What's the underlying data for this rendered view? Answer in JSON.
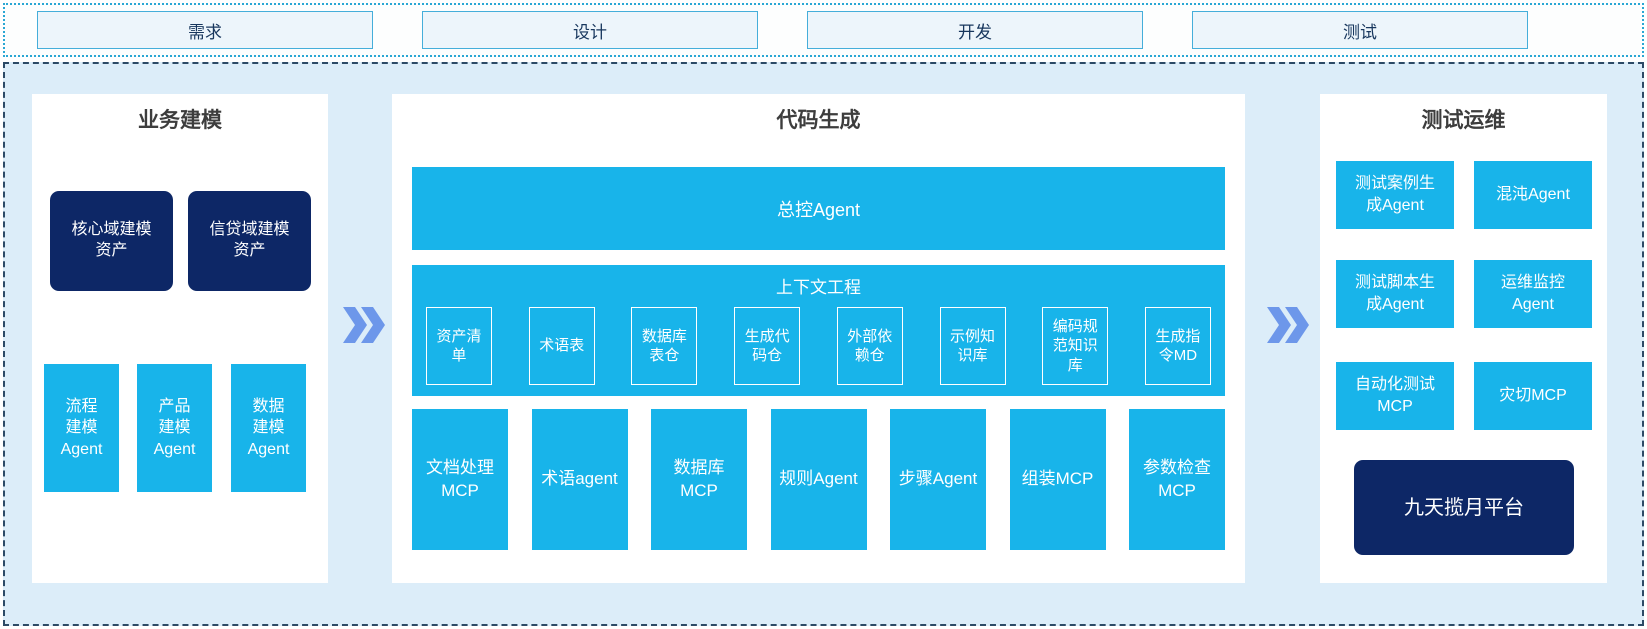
{
  "phases": [
    "需求",
    "设计",
    "开发",
    "测试"
  ],
  "left_panel": {
    "title": "业务建模",
    "asset_boxes": [
      "核心域建模\n资产",
      "信贷域建模\n资产"
    ],
    "agent_boxes": [
      "流程\n建模\nAgent",
      "产品\n建模\nAgent",
      "数据\n建模\nAgent"
    ]
  },
  "middle_panel": {
    "title": "代码生成",
    "master_agent": "总控Agent",
    "context": {
      "title": "上下文工程",
      "items": [
        "资产清\n单",
        "术语表",
        "数据库\n表仓",
        "生成代\n码仓",
        "外部依\n赖仓",
        "示例知\n识库",
        "编码规\n范知识\n库",
        "生成指\n令MD"
      ]
    },
    "tools": [
      "文档处理\nMCP",
      "术语agent",
      "数据库\nMCP",
      "规则Agent",
      "步骤Agent",
      "组装MCP",
      "参数检查\nMCP"
    ]
  },
  "right_panel": {
    "title": "测试运维",
    "boxes": [
      "测试案例生\n成Agent",
      "混沌Agent",
      "测试脚本生\n成Agent",
      "运维监控\nAgent",
      "自动化测试\nMCP",
      "灾切MCP"
    ],
    "platform": "九天揽月平台"
  },
  "colors": {
    "cyan": "#18b4ea",
    "navy": "#0d2766",
    "section_bg": "#dcedf9",
    "arrow_blue": "#6d97ea",
    "phase_fill": "#edf5fb",
    "phase_border": "#45aeda",
    "phase_text": "#17365d",
    "strip_dotted_border": "#2aa7d4",
    "section_dashed_border": "#2c4a66",
    "title_text": "#3d3d3d"
  }
}
